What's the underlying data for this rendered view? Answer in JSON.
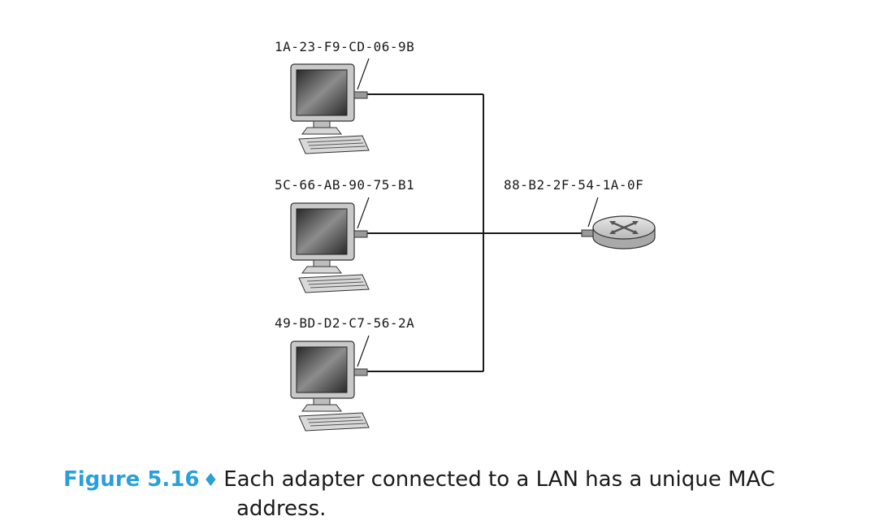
{
  "hosts": [
    {
      "mac": "1A-23-F9-CD-06-9B"
    },
    {
      "mac": "5C-66-AB-90-75-B1"
    },
    {
      "mac": "49-BD-D2-C7-56-2A"
    }
  ],
  "router": {
    "mac": "88-B2-2F-54-1A-0F"
  },
  "caption": {
    "label": "Figure 5.16",
    "separator": "♦",
    "text_line1": "Each adapter connected to a LAN has a unique MAC",
    "text_line2": "address."
  }
}
